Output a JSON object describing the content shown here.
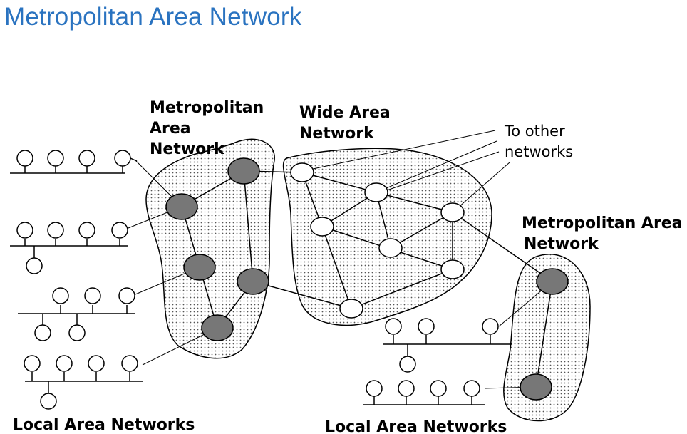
{
  "title": "Metropolitan Area Network",
  "labels": {
    "man_left": [
      "Metropolitan",
      "Area",
      "Network"
    ],
    "wan": [
      "Wide Area",
      "Network"
    ],
    "to_other": [
      "To other",
      "networks"
    ],
    "man_right": [
      "Metropolitan Area",
      "Network"
    ],
    "lan_left": "Local Area Networks",
    "lan_right": "Local Area Networks"
  },
  "colors": {
    "title": "#2a73c0",
    "router_fill": "#777777",
    "wan_node_fill": "#ffffff",
    "cloud_dots": "#555555"
  }
}
